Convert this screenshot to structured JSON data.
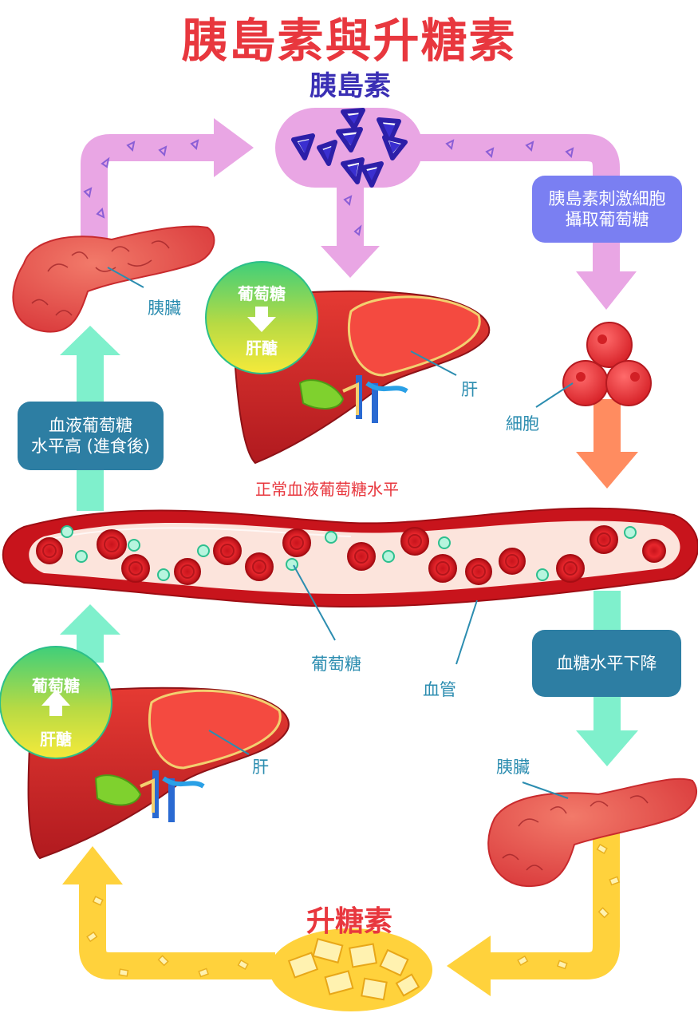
{
  "title": "胰島素與升糖素",
  "insulin": {
    "label": "胰島素",
    "color": "#3a2fb4"
  },
  "glucagon": {
    "label": "升糖素",
    "color": "#e8373e"
  },
  "labels": {
    "normal_level": "正常血液葡萄糖水平",
    "pancreas_top": "胰臟",
    "liver_top": "肝",
    "cells": "細胞",
    "glucose": "葡萄糖",
    "vessel": "血管",
    "liver_bottom": "肝",
    "pancreas_bottom": "胰臟"
  },
  "boxes": {
    "insulin_stimulates": [
      "胰島素刺激細胞",
      "攝取葡萄糖"
    ],
    "high_sugar": [
      "血液葡萄糖",
      "水平高 (進食後)"
    ],
    "sugar_drops": "血糖水平下降"
  },
  "bubbles": {
    "top": {
      "upper": "葡萄糖",
      "lower": "肝醣",
      "arrow": "down"
    },
    "bottom": {
      "upper": "葡萄糖",
      "lower": "肝醣",
      "arrow": "up"
    }
  },
  "colors": {
    "insulin_arrow": "#e9a6e4",
    "mint_arrow": "#7ff0cc",
    "orange_arrow": "#ff8c60",
    "yellow_arrow": "#ffd23c",
    "box_teal": "#2d7ea3",
    "box_periwinkle": "#7a7ff2",
    "vessel_red": "#c8141c",
    "label_blue": "#2c8db0"
  }
}
